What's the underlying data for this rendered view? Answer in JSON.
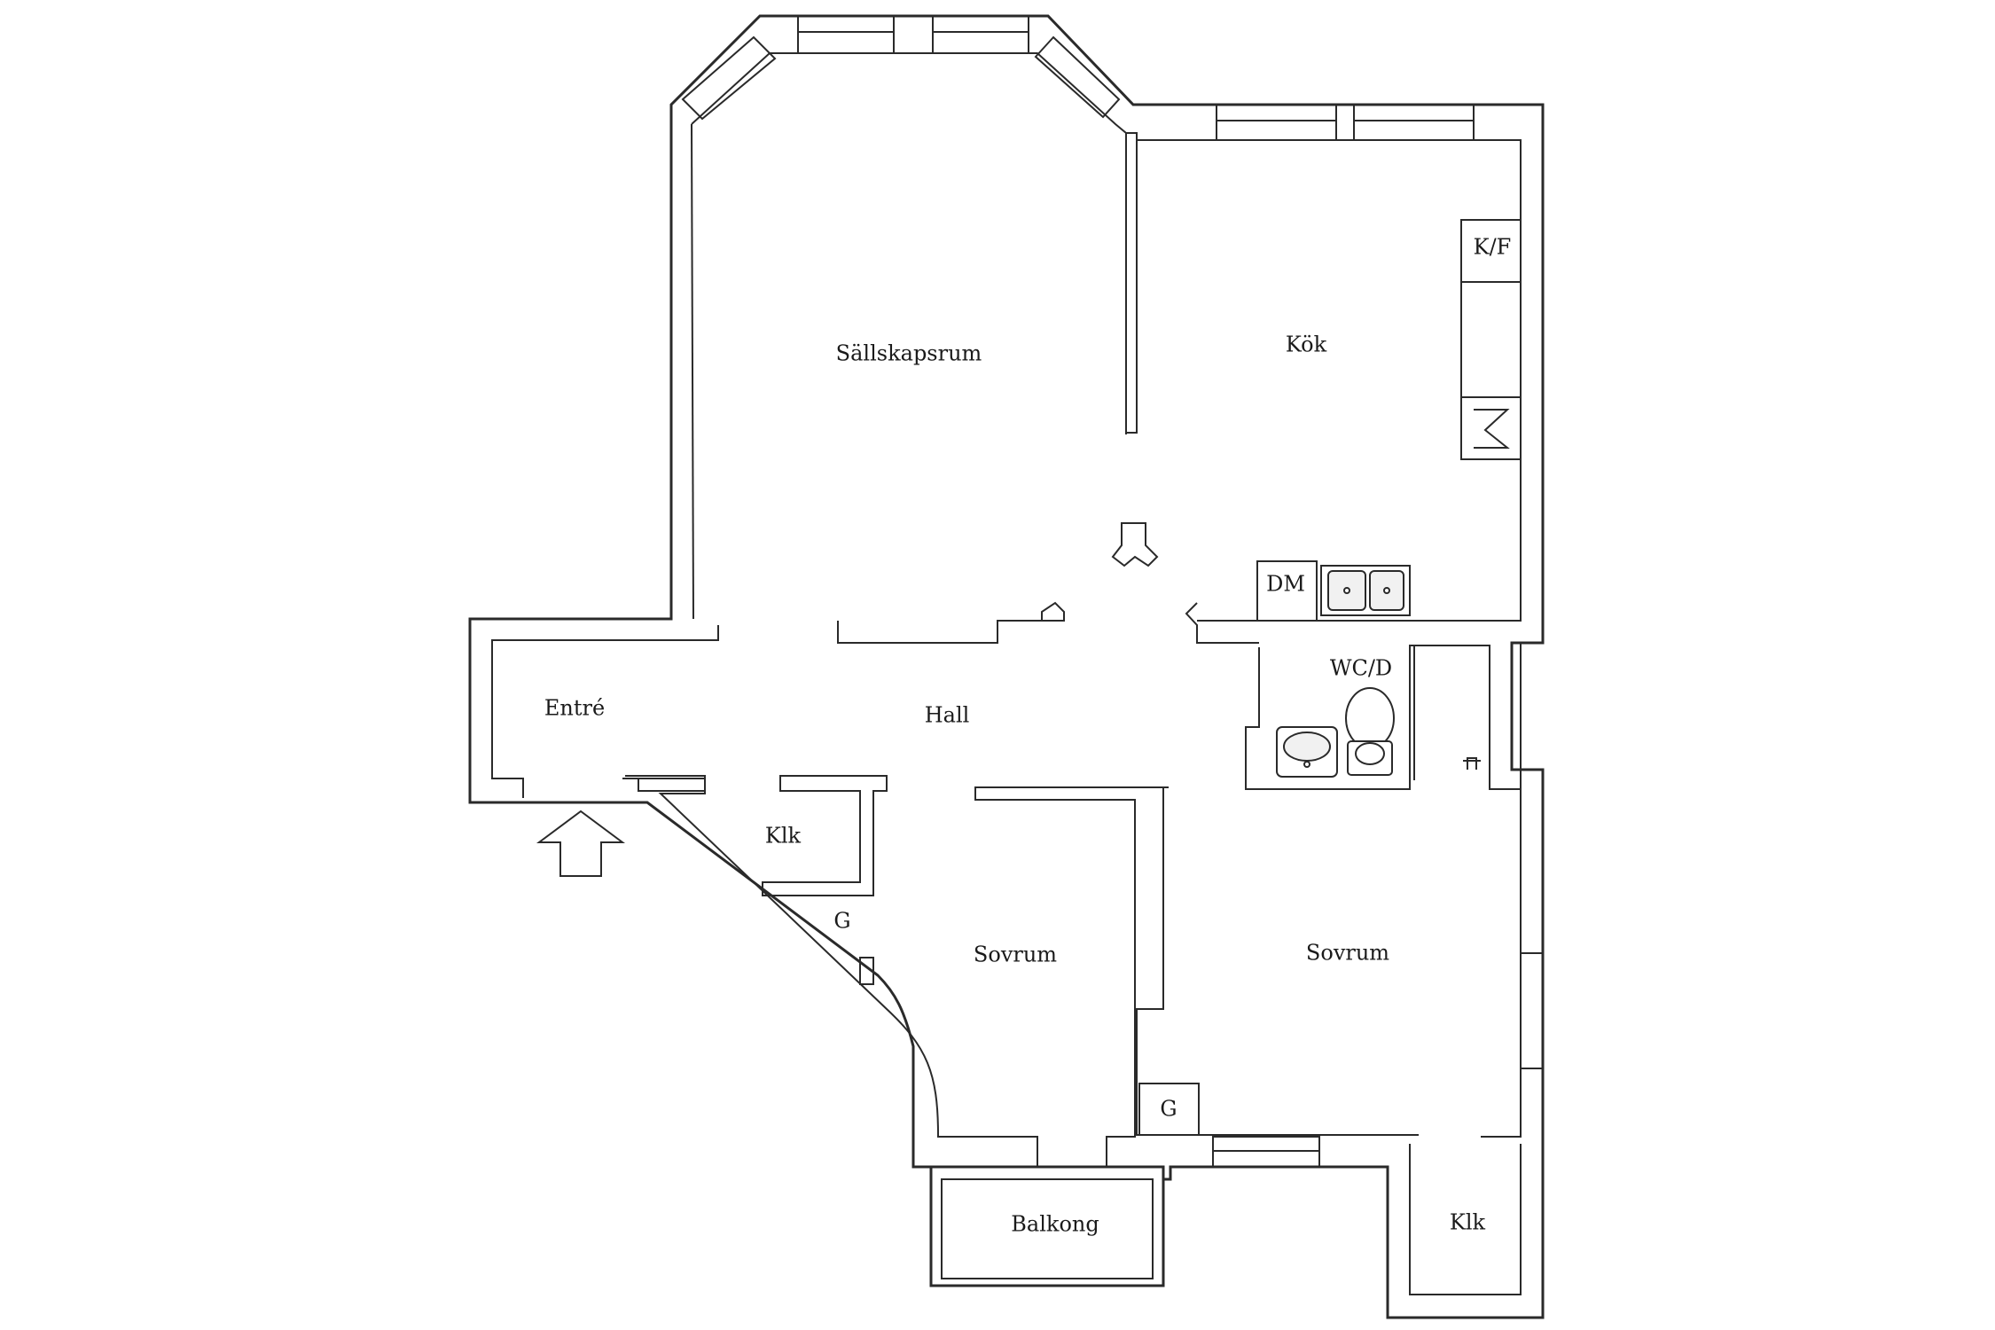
{
  "rooms": {
    "sallskapsrum": "Sällskapsrum",
    "kok": "Kök",
    "kf": "K/F",
    "dm": "DM",
    "wcd": "WC/D",
    "entre": "Entré",
    "hall": "Hall",
    "klk_hall": "Klk",
    "g_hall": "G",
    "sovrum_left": "Sovrum",
    "sovrum_right": "Sovrum",
    "g_right": "G",
    "balkong": "Balkong",
    "klk_right": "Klk"
  },
  "icons": {
    "entrance": "entrance-arrow-icon",
    "stove": "stove-icon",
    "sink": "kitchen-sink-icon",
    "toilet": "toilet-icon",
    "washbasin": "washbasin-icon",
    "tap": "tap-icon",
    "chimney": "chimney-icon"
  },
  "colors": {
    "line": "#2a2a2a",
    "background": "#ffffff",
    "text": "#1a1a1a"
  }
}
